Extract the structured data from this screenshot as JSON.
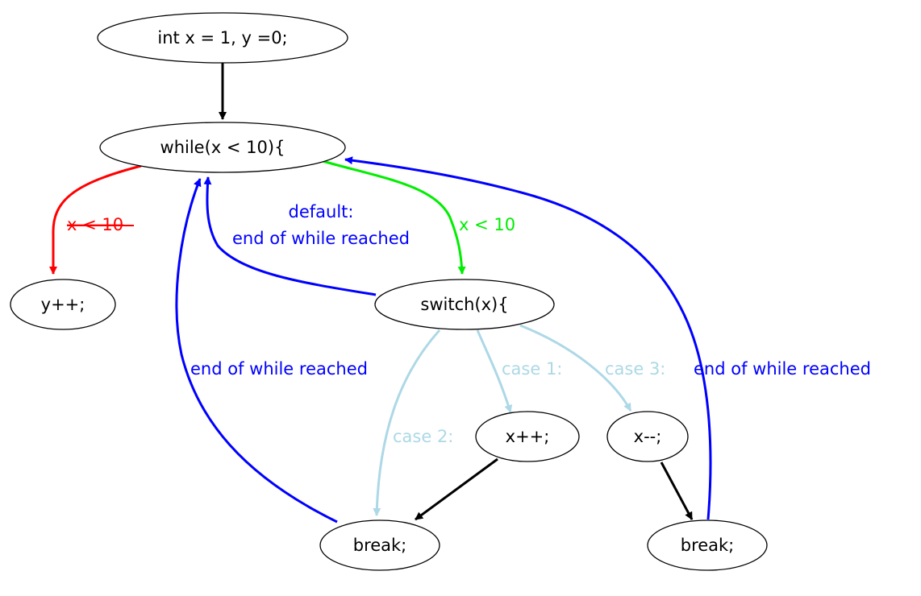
{
  "nodes": {
    "init": "int x = 1, y =0;",
    "while": "while(x < 10){",
    "y_inc": "y++;",
    "switch": "switch(x){",
    "x_inc": "x++;",
    "x_dec": "x--;",
    "break_left": "break;",
    "break_right": "break;"
  },
  "edge_labels": {
    "false_cond": "x < 10",
    "true_cond": "x < 10",
    "default_line1": "default:",
    "default_line2": "end of while reached",
    "left_loop": "end of while reached",
    "right_loop": "end of while reached",
    "case1": "case 1:",
    "case2": "case 2:",
    "case3": "case 3:"
  },
  "colors": {
    "false_edge": "#ff0000",
    "true_edge": "#00ee00",
    "loop_edge": "#0000ff",
    "case_edge": "#add8e6",
    "plain_edge": "#000000"
  }
}
